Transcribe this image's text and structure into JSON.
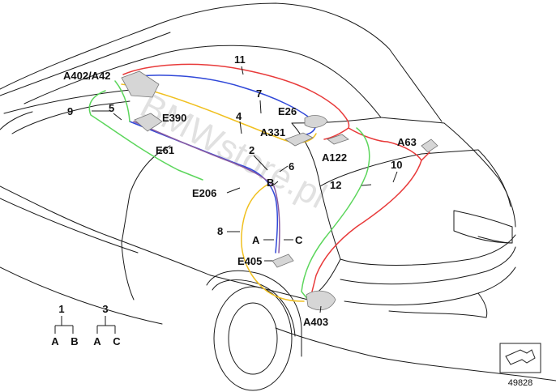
{
  "labels": {
    "l11": "11",
    "a402": "A402/A42",
    "l9": "9",
    "l5": "5",
    "l7": "7",
    "e26": "E26",
    "e390": "E390",
    "l4": "4",
    "a331": "A331",
    "e61": "E61",
    "l2": "2",
    "l6": "6",
    "a122": "A122",
    "a63": "A63",
    "l10": "10",
    "b": "B",
    "l12": "12",
    "e206": "E206",
    "l8": "8",
    "a": "A",
    "c": "C",
    "e405": "E405",
    "a403": "A403"
  },
  "legend": {
    "group1": {
      "top": "1",
      "left": "A",
      "right": "B"
    },
    "group3": {
      "top": "3",
      "left": "A",
      "right": "C"
    }
  },
  "watermark": "BMWstore.pl",
  "diagram_code": "49828",
  "wire_colors": {
    "red": "#e83a3a",
    "blue": "#3048d8",
    "yellow": "#f0c020",
    "green": "#5cd65c",
    "purple": "#8a5aa0"
  }
}
